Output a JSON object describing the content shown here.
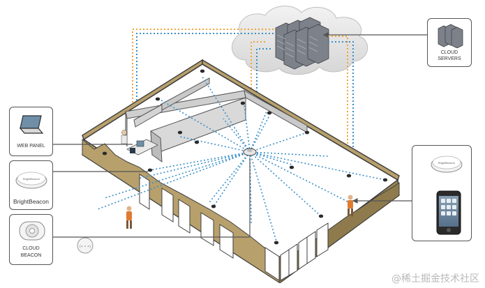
{
  "callouts": {
    "web_panel": "WEB PANEL",
    "bright_beacon": "BrightBeacon",
    "cloud_beacon_line1": "CLOUD",
    "cloud_beacon_line2": "BEACON",
    "cloud_servers_line1": "CLOUD",
    "cloud_servers_line2": "SERVERS"
  },
  "beacon_device_text": "BrightBeacon",
  "floor_beacon_text": "(• • •)",
  "watermark": "@稀土掘金技术社区",
  "colors": {
    "wall_tan": "#b7a06c",
    "wall_tan_dark": "#8e7a4c",
    "floor": "#ffffff",
    "inner_wall": "#d9d9d9",
    "signal_blue": "#3a8fc9",
    "signal_orange": "#f0a43a",
    "cloud": "#e6e6e6",
    "server": "#8a8f96",
    "outline": "#3d3d3d"
  },
  "icons": [
    "cloud-icon",
    "server-rack-icon",
    "laptop-icon",
    "beacon-icon",
    "smartphone-icon",
    "person-icon",
    "signal-wave-icon"
  ]
}
